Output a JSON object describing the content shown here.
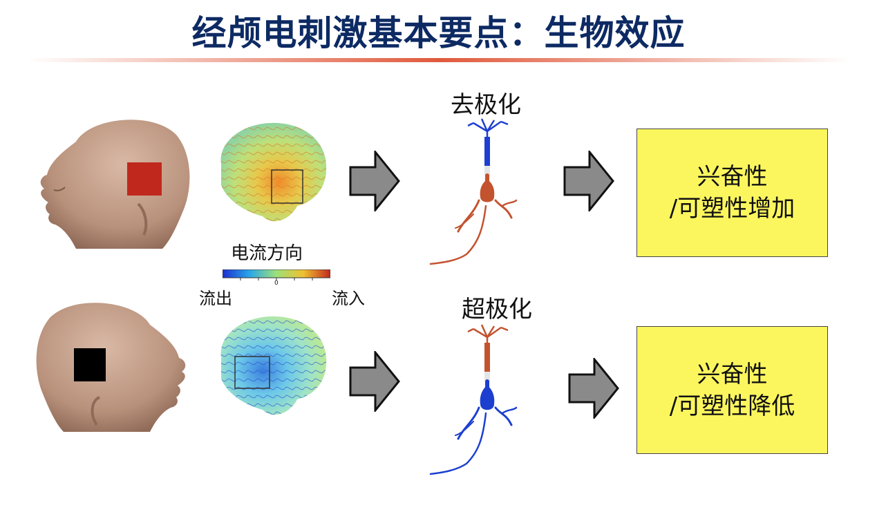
{
  "title": "经颅电刺激基本要点：生物效应",
  "legend": {
    "title": "电流方向",
    "left": "流出",
    "right": "流入",
    "zero": "0"
  },
  "top_row": {
    "neuron_label": "去极化",
    "result_line1": "兴奋性",
    "result_line2": "/可塑性增加",
    "electrode_color": "#c0281e",
    "neuron_color": "#c2532e"
  },
  "bottom_row": {
    "neuron_label": "超极化",
    "result_line1": "兴奋性",
    "result_line2": "/可塑性降低",
    "electrode_color": "#000000",
    "neuron_color": "#1c3fd0"
  },
  "colors": {
    "title": "#0d2a63",
    "head": "#c4a08c",
    "arrow": "#8a8a8a",
    "result_box": "#fbf65e"
  }
}
